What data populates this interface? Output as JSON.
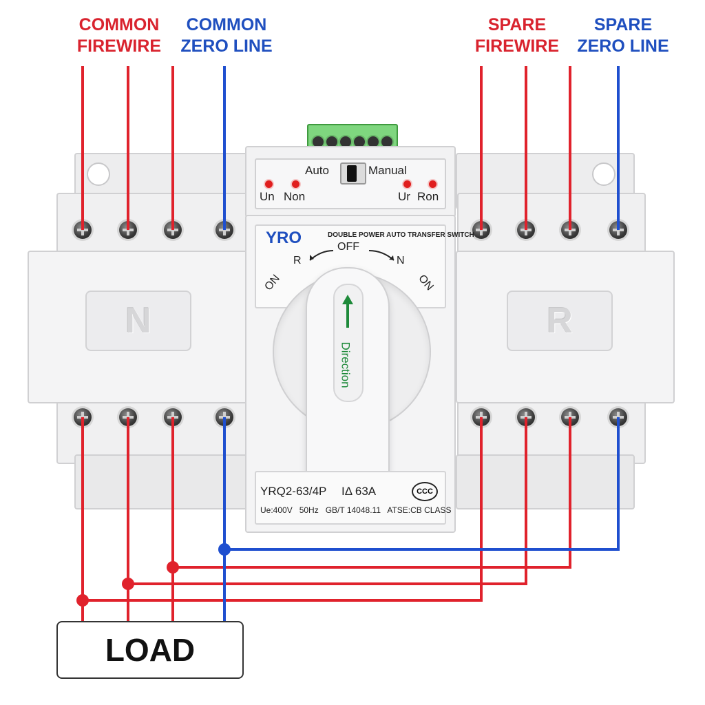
{
  "labels": {
    "common_firewire": "COMMON\nFIREWIRE",
    "common_zero_line": "COMMON\nZERO LINE",
    "spare_firewire": "SPARE\nFIREWIRE",
    "spare_zero_line": "SPARE\nZERO LINE"
  },
  "device": {
    "left_module_letter": "N",
    "right_module_letter": "R",
    "auto_label": "Auto",
    "manual_label": "Manual",
    "led_labels": [
      "Un",
      "Non",
      "Ur",
      "Ron"
    ],
    "brand": "YRO",
    "product_title": "DOUBLE POWER AUTO TRANSFER SWITCH",
    "dial_off": "OFF",
    "dial_r": "R",
    "dial_n": "N",
    "dial_on_left": "ON",
    "dial_on_right": "ON",
    "handle_text": "Direction",
    "model": "YRQ2-63/4P",
    "rating": "IΔ 63A",
    "cert": "CCC",
    "spec_line": "Ue:400V   50Hz   GB/T 14048.11   ATSE:CB CLASS"
  },
  "load_label": "LOAD",
  "colors": {
    "fire_wire": "#e0222c",
    "zero_wire": "#1f4fcf",
    "handle_arrow": "#1e8a3a",
    "terminal_green": "#7fd67f"
  }
}
